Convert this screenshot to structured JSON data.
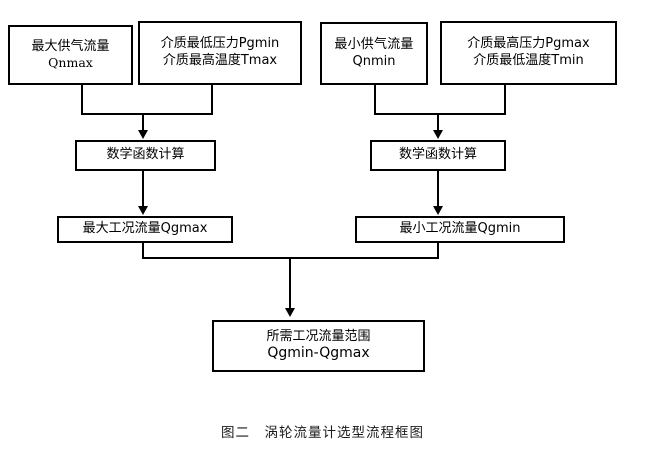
{
  "figure": {
    "caption": "图二　涡轮流量计选型流程框图",
    "colors": {
      "stroke": "#000000",
      "background": "#ffffff",
      "text": "#000000"
    }
  },
  "nodes": {
    "max_supply_flow": {
      "line1": "最大供气流量",
      "line2": "Qnmax"
    },
    "medium_min_pressure": {
      "line1": "介质最低压力Pgmin",
      "line2": "介质最高温度Tmax"
    },
    "min_supply_flow": {
      "line1": "最小供气流量",
      "line2": "Qnmin"
    },
    "medium_max_pressure": {
      "line1": "介质最高压力Pgmax",
      "line2": "介质最低温度Tmin"
    },
    "math_calc_left": {
      "line1": "数学函数计算"
    },
    "math_calc_right": {
      "line1": "数学函数计算"
    },
    "max_working_flow": {
      "line1": "最大工况流量Qgmax"
    },
    "min_working_flow": {
      "line1": "最小工况流量Qgmin"
    },
    "required_range": {
      "line1": "所需工况流量范围",
      "line2": "Qgmin-Qgmax"
    }
  },
  "chart_data": {
    "type": "diagram",
    "title": "图二　涡轮流量计选型流程框图",
    "diagram_kind": "flowchart",
    "orientation": "top-to-bottom",
    "nodes": [
      {
        "id": "max_supply_flow",
        "text": "最大供气流量 Qnmax",
        "row": 1,
        "column": 1
      },
      {
        "id": "medium_min_pressure",
        "text": "介质最低压力Pgmin 介质最高温度Tmax",
        "row": 1,
        "column": 2
      },
      {
        "id": "min_supply_flow",
        "text": "最小供气流量 Qnmin",
        "row": 1,
        "column": 3
      },
      {
        "id": "medium_max_pressure",
        "text": "介质最高压力Pgmax 介质最低温度Tmin",
        "row": 1,
        "column": 4
      },
      {
        "id": "math_calc_left",
        "text": "数学函数计算",
        "row": 2,
        "column": 1
      },
      {
        "id": "math_calc_right",
        "text": "数学函数计算",
        "row": 2,
        "column": 2
      },
      {
        "id": "max_working_flow",
        "text": "最大工况流量Qgmax",
        "row": 3,
        "column": 1
      },
      {
        "id": "min_working_flow",
        "text": "最小工况流量Qgmin",
        "row": 3,
        "column": 2
      },
      {
        "id": "required_range",
        "text": "所需工况流量范围 Qgmin-Qgmax",
        "row": 4,
        "column": 1
      }
    ],
    "edges": [
      {
        "from": [
          "max_supply_flow",
          "medium_min_pressure"
        ],
        "to": "math_calc_left",
        "style": "merge-arrow"
      },
      {
        "from": [
          "min_supply_flow",
          "medium_max_pressure"
        ],
        "to": "math_calc_right",
        "style": "merge-arrow"
      },
      {
        "from": [
          "math_calc_left"
        ],
        "to": "max_working_flow",
        "style": "arrow"
      },
      {
        "from": [
          "math_calc_right"
        ],
        "to": "min_working_flow",
        "style": "arrow"
      },
      {
        "from": [
          "max_working_flow",
          "min_working_flow"
        ],
        "to": "required_range",
        "style": "merge-arrow"
      }
    ]
  }
}
